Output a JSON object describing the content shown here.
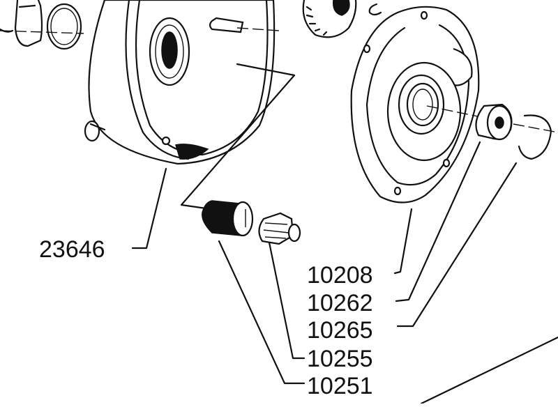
{
  "diagram": {
    "labels": [
      {
        "id": "23646",
        "text": "23646"
      },
      {
        "id": "10208",
        "text": "10208"
      },
      {
        "id": "10262",
        "text": "10262"
      },
      {
        "id": "10265",
        "text": "10265"
      },
      {
        "id": "10255",
        "text": "10255"
      },
      {
        "id": "10251",
        "text": "10251"
      }
    ]
  }
}
